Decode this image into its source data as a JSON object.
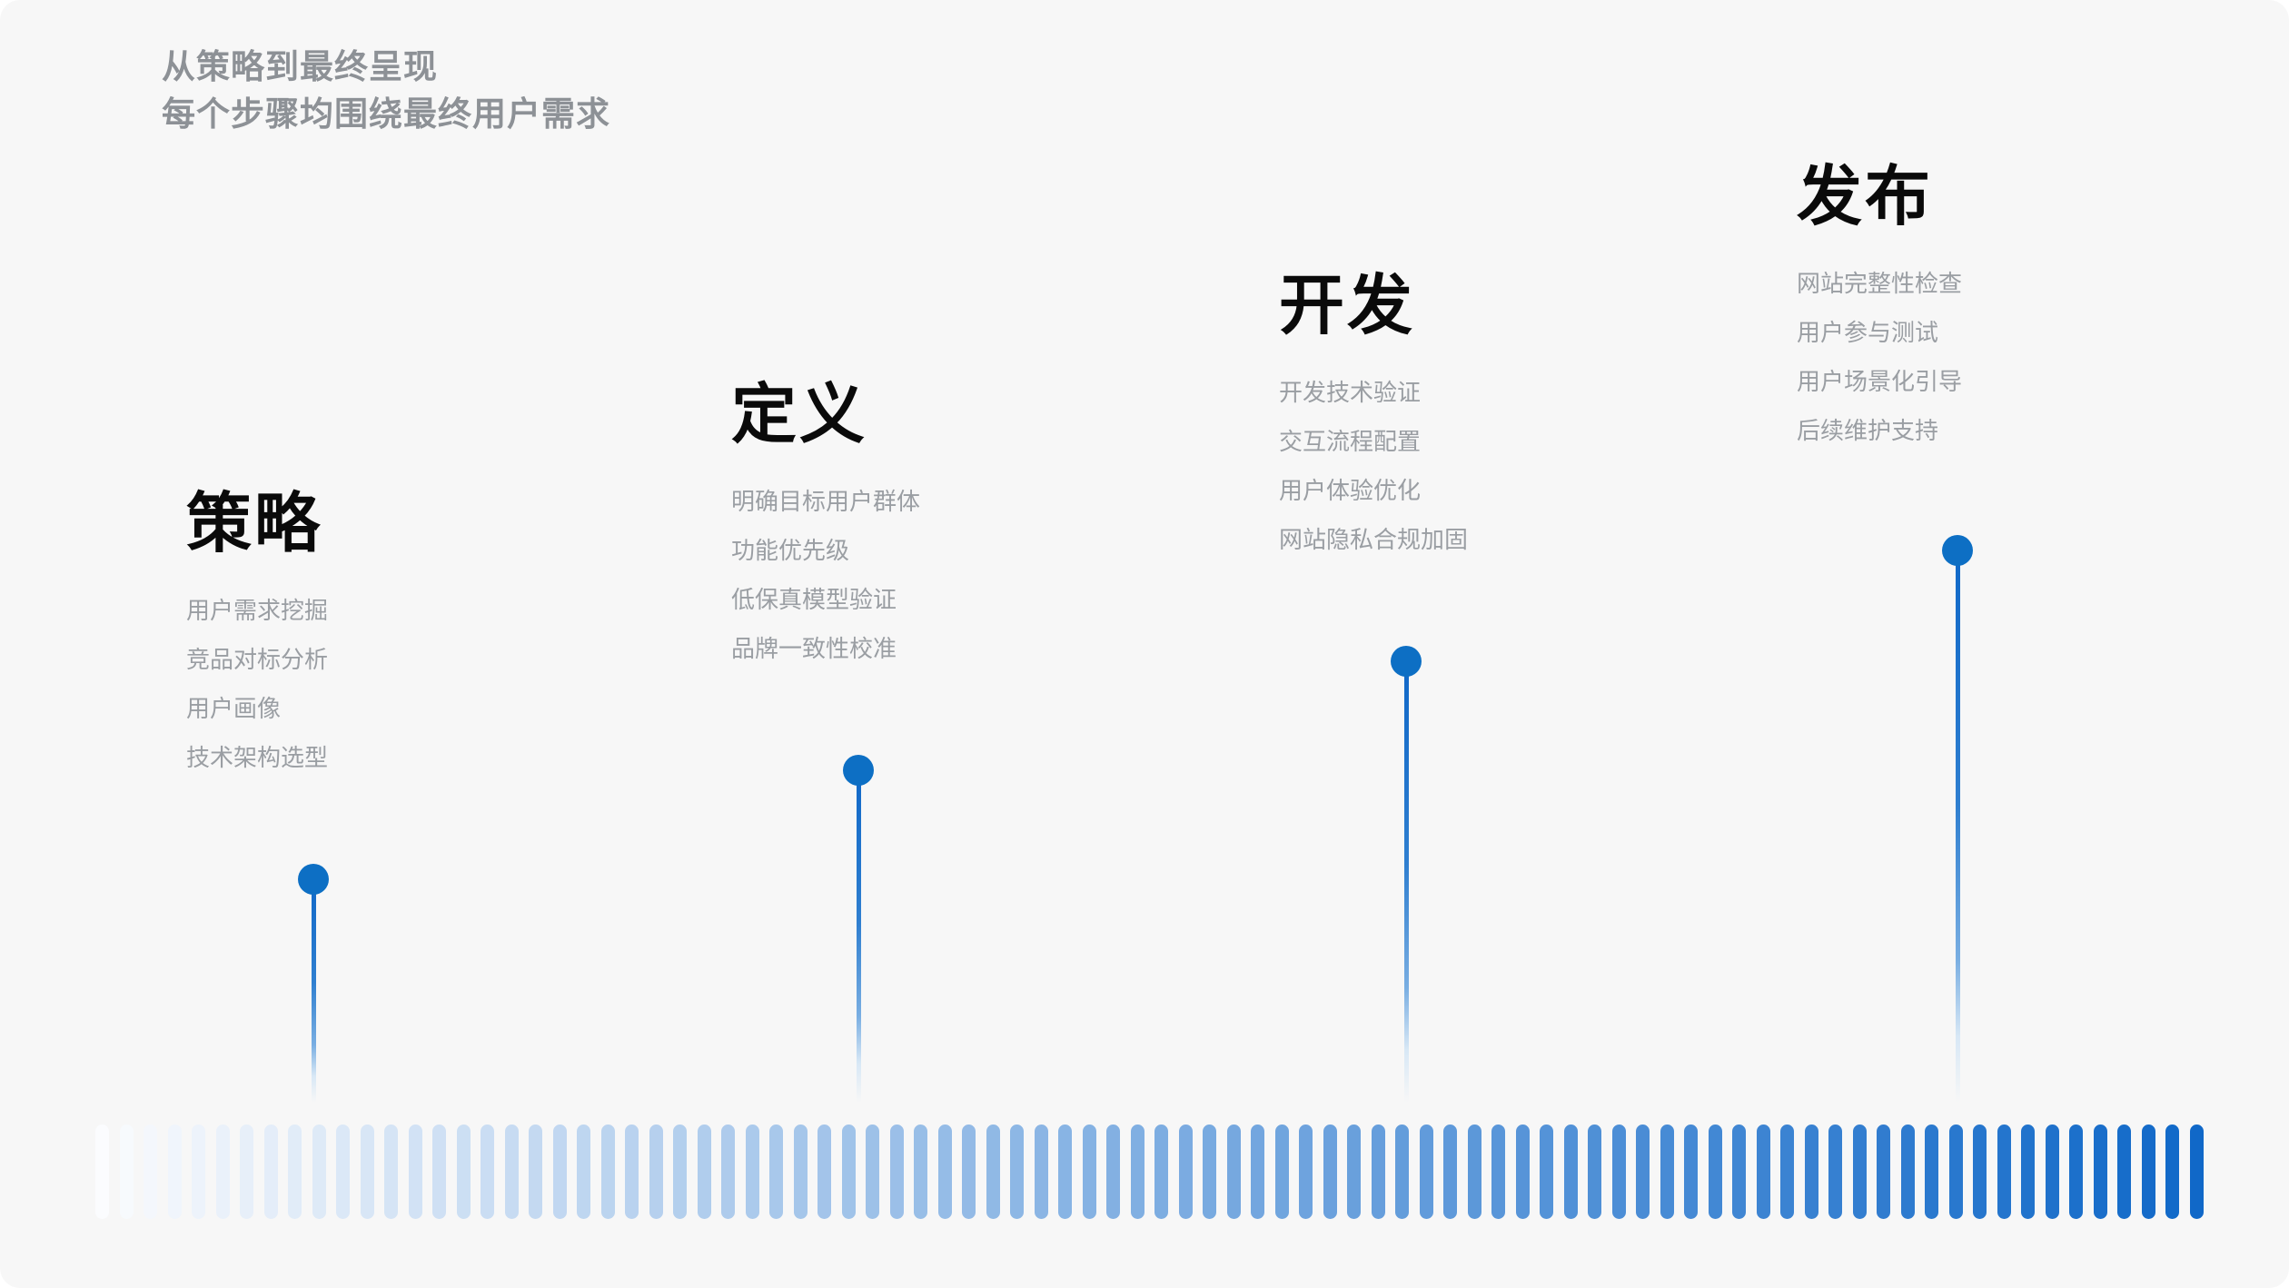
{
  "meta": {
    "background_color": "#f7f7f7",
    "accent_color": "#0d6fc4",
    "title_color": "#0a0a0a",
    "body_text_color": "#9a9ea3",
    "header_text_color": "#8d9196"
  },
  "header": {
    "line1": "从策略到最终呈现",
    "line2": "每个步骤均围绕最终用户需求"
  },
  "stages": [
    {
      "id": "strategy",
      "title": "策略",
      "items": [
        "用户需求挖掘",
        "竞品对标分析",
        "用户画像",
        "技术架构选型"
      ]
    },
    {
      "id": "define",
      "title": "定义",
      "items": [
        "明确目标用户群体",
        "功能优先级",
        "低保真模型验证",
        "品牌一致性校准"
      ]
    },
    {
      "id": "develop",
      "title": "开发",
      "items": [
        "开发技术验证",
        "交互流程配置",
        "用户体验优化",
        "网站隐私合规加固"
      ]
    },
    {
      "id": "launch",
      "title": "发布",
      "items": [
        "网站完整性检查",
        "用户参与测试",
        "用户场景化引导",
        "后续维护支持"
      ]
    }
  ],
  "bar_field": {
    "count": 88,
    "start_color": "#fbfcfe",
    "end_color": "#1068c8"
  }
}
